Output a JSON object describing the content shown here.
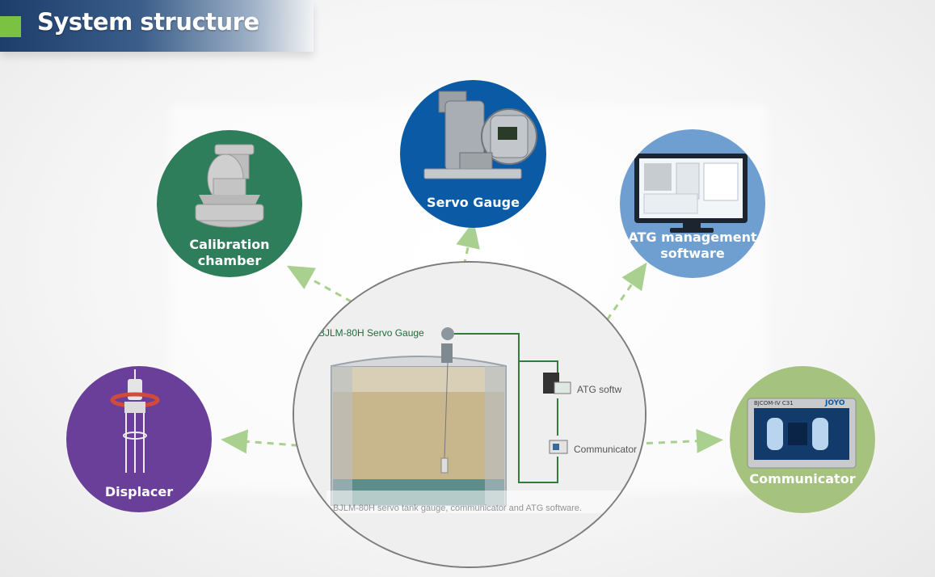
{
  "header": {
    "title": "System structure"
  },
  "nodes": {
    "calibration": {
      "label": "Calibration\nchamber"
    },
    "servo": {
      "label": "Servo Gauge"
    },
    "atg": {
      "label": "ATG management\nsoftware"
    },
    "displacer": {
      "label": "Displacer"
    },
    "communicator": {
      "label": "Communicator"
    }
  },
  "scene": {
    "gauge_label": "BJLM-80H Servo Gauge",
    "software_label": "ATG softw",
    "communicator_label": "Communicator",
    "caption": "BJLM-80H servo tank gauge, communicator and ATG software."
  },
  "devices": {
    "communicator_brand": "JOYO",
    "communicator_model": "BJCOM-IV C31"
  },
  "colors": {
    "calibration": "#2e7d5b",
    "servo": "#0b5aa6",
    "atg": "#6f9fd1",
    "displacer": "#6a3f99",
    "communicator": "#a6c27f",
    "arrow": "#a9d08e",
    "header_accent": "#7cc242"
  }
}
